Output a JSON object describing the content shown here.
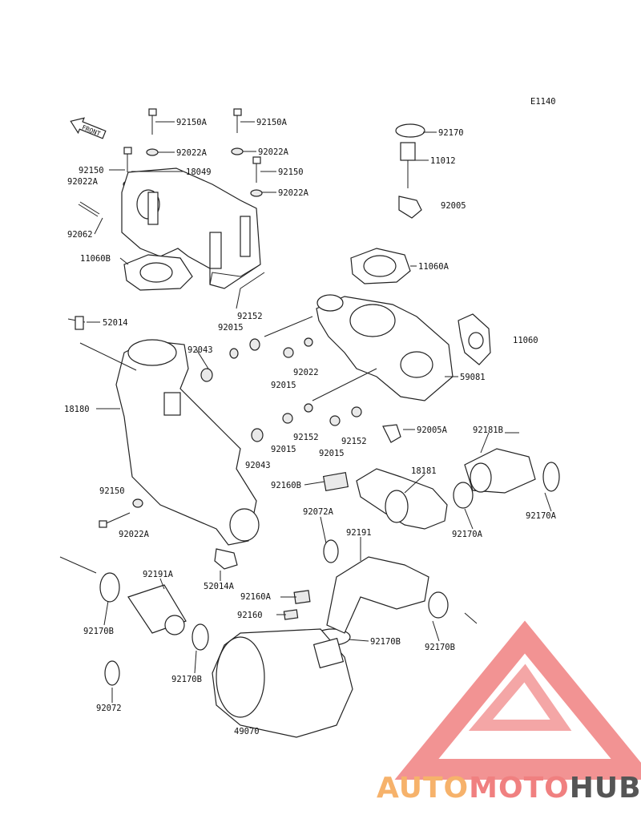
{
  "diagram_code": "E1140",
  "front_label": "FRONT",
  "watermark": {
    "text_a": "AUTO",
    "text_b": "MOTO",
    "text_c": "HUB",
    "color_a": "#f6b26b",
    "color_b": "#f08080",
    "color_c": "#555555",
    "triangle_color": "#f08080"
  },
  "part_labels": {
    "p_92150A_1": "92150A",
    "p_92150A_2": "92150A",
    "p_92022A_1": "92022A",
    "p_92022A_2": "92022A",
    "p_92170": "92170",
    "p_11012": "11012",
    "p_92150_1": "92150",
    "p_92022A_3": "92022A",
    "p_18049": "18049",
    "p_92150_2": "92150",
    "p_92022A_4": "92022A",
    "p_92005": "92005",
    "p_92062": "92062",
    "p_11060B": "11060B",
    "p_11060A": "11060A",
    "p_92152_1": "92152",
    "p_92015_1": "92015",
    "p_52014": "52014",
    "p_92043_1": "92043",
    "p_11060": "11060",
    "p_92022": "92022",
    "p_92015_2": "92015",
    "p_59081": "59081",
    "p_18180": "18180",
    "p_92152_2": "92152",
    "p_92152_3": "92152",
    "p_92005A": "92005A",
    "p_92181B": "92181B",
    "p_92015_3": "92015",
    "p_92015_4": "92015",
    "p_92043_2": "92043",
    "p_18181": "18181",
    "p_92150_3": "92150",
    "p_92160B": "92160B",
    "p_92170A_1": "92170A",
    "p_92072A": "92072A",
    "p_92170A_2": "92170A",
    "p_92022A_5": "92022A",
    "p_92191": "92191",
    "p_52014A": "52014A",
    "p_92191A": "92191A",
    "p_92160A": "92160A",
    "p_92160": "92160",
    "p_92170B_1": "92170B",
    "p_92170B_2": "92170B",
    "p_92170B_3": "92170B",
    "p_92170B_4": "92170B",
    "p_92072": "92072",
    "p_49070": "49070"
  }
}
